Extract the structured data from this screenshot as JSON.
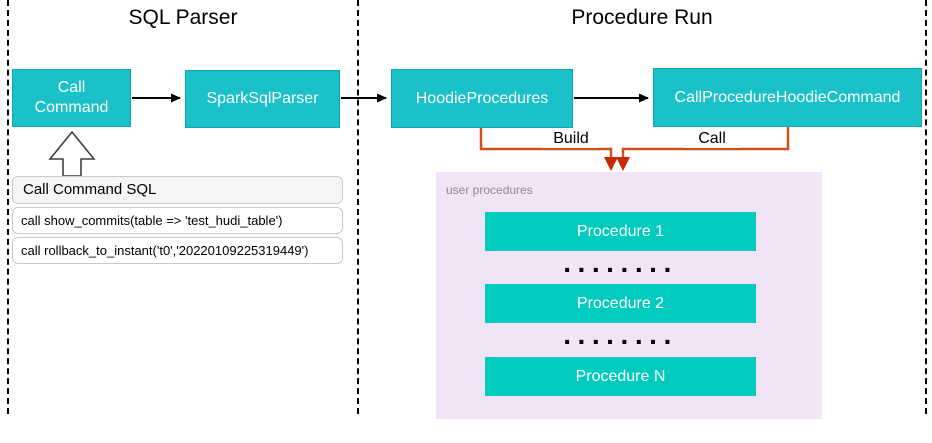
{
  "titles": {
    "sql_parser": "SQL Parser",
    "procedure_run": "Procedure Run"
  },
  "nodes": {
    "call_command": "Call\nCommand",
    "spark_sql_parser": "SparkSqlParser",
    "hoodie_procedures": "HoodieProcedures",
    "call_procedure_hoodie_command": "CallProcedureHoodieCommand"
  },
  "edges": {
    "build_label": "Build",
    "call_label": "Call"
  },
  "sql_card": {
    "header": "Call Command SQL",
    "rows": [
      "call show_commits(table => 'test_hudi_table')",
      "call rollback_to_instant('t0','20220109225319449')"
    ]
  },
  "user_procedures": {
    "label": "user procedures",
    "items": [
      "Procedure 1",
      "Procedure 2",
      "Procedure N"
    ],
    "ellipsis": "········"
  },
  "colors": {
    "node_fill": "#1BC1C9",
    "node_border": "#0FA6AE",
    "procedure_fill": "#00CBBE",
    "panel_fill": "#F2E4F7",
    "flow_line": "#000000",
    "build_call_line": "#D0521B",
    "build_call_arrowhead": "#C62A02",
    "card_header_fill": "#F5F5F5",
    "card_border": "#C9C9C9",
    "muted_label": "#8C8C8C"
  }
}
